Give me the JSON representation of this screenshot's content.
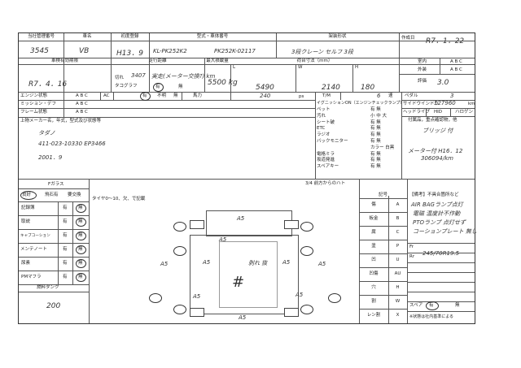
{
  "header": {
    "mgmt_no_label": "当社管理番号",
    "vehicle_name_label": "車名",
    "first_reg_label": "初度登録",
    "model_label": "型式・車体番号",
    "body_shape_label": "架装形状",
    "created_label": "作成日",
    "mgmt_no": "3545",
    "vehicle_name": "VB",
    "first_reg": "H13．9",
    "model": "KL-PK252K2",
    "chassis": "PK252K-02117",
    "body_shape": "3段クレーン セルフ 3段",
    "created": "R7．1．22"
  },
  "row2": {
    "inspection_label": "車検有効期限",
    "mileage_label": "走行距離",
    "capacity_label": "最大積載量",
    "dims_label": "荷台寸法（mm）",
    "L": "L",
    "W": "W",
    "H": "H",
    "inspection": "R7．4．16",
    "expired_label": "切れ",
    "unclear_label": "不明",
    "meter_label": "メーター交換",
    "overall_label": "評価",
    "interior_label": "室内",
    "exterior_label": "外装",
    "interior_grade": "A B C",
    "exterior_grade": "A B C",
    "mileage": "3407",
    "mileage_note": "実走(メーター交換?) km",
    "status_exist": "有",
    "status_none": "無",
    "tachograph_label": "タコグラフ",
    "capacity": "5500 kg",
    "length": "5490",
    "width": "2140",
    "height": "180",
    "rating": "3.0"
  },
  "row3": {
    "engine_label": "エンジン状態",
    "engine_grade": "A B C",
    "ac_label": "AC",
    "ac_exist": "有",
    "ac_unclear": "不明",
    "ac_none": "無",
    "horsepower_label": "馬力",
    "horsepower": "240",
    "ps": "ps",
    "tm_label": "T/M",
    "tm_value": "6",
    "speed_label": "速",
    "pedal_label": "ペダル",
    "pedal": "3"
  },
  "row4": {
    "mission_label": "ミッション・デフ",
    "mission_grade": "A B C",
    "frame_label": "フレーム状態",
    "frame_grade": "A B C",
    "options_label": "上物メーカー名，年式，型式及び状態等",
    "options_lines": [
      "タダノ",
      "411-023-10330  EP3466",
      "2001．9"
    ]
  },
  "equipment": {
    "title": "イグニッションON（エンジンチェックランプ）",
    "items": [
      {
        "label": "ペット",
        "value": "有 無"
      },
      {
        "label": "汚れ",
        "value": "小 中 大"
      },
      {
        "label": "シート破",
        "value": "有 無"
      },
      {
        "label": "ETC",
        "value": "有 無"
      },
      {
        "label": "ラジオ",
        "value": "有 無"
      },
      {
        "label": "バックモニター",
        "value": "有 無"
      },
      {
        "label": "",
        "value": "カラー 白黒"
      },
      {
        "label": "電格ミラ",
        "value": "有 無"
      },
      {
        "label": "坂道発進",
        "value": "有 無"
      },
      {
        "label": "スペアキー",
        "value": "有 無"
      }
    ],
    "rotation_label": "サイドウインドウ",
    "odo": "127960",
    "odo_unit": "km",
    "headlights_label": "ヘッドライプ",
    "hid_label": "HID",
    "halogen_label": "ハロゲン",
    "accessories_label": "付属品，重点確認物，他",
    "acc_lines": [
      "ブリッジ 付",
      "メーター付 H16．12",
      "306094/km"
    ]
  },
  "checklist": {
    "title": "Fガラス",
    "header": [
      "良好",
      "飛石有",
      "要交換"
    ],
    "rows": [
      {
        "label": "記録簿",
        "yes": "有",
        "no": "無"
      },
      {
        "label": "取説",
        "yes": "有",
        "no": "無"
      },
      {
        "label": "キャブコーション",
        "yes": "有",
        "no": "無"
      },
      {
        "label": "メンテノート",
        "yes": "有",
        "no": "無"
      },
      {
        "label": "尿素",
        "yes": "有",
        "no": "無"
      },
      {
        "label": "PMマフラ",
        "yes": "有",
        "no": "無"
      }
    ],
    "fuel_label": "燃料タンク",
    "fuel": "200"
  },
  "diagram": {
    "tires_note": "タイヤ0〜10、欠、で記載",
    "top_note": "3/4 前方からのハト",
    "marks": [
      "A5",
      "A5",
      "A5",
      "A5",
      "A5",
      "A5",
      "A5",
      "A5",
      "A5"
    ],
    "center_note": "剥れ 抜",
    "center_mark": "#"
  },
  "legend": {
    "title": "記号",
    "items": [
      {
        "sym": "傷",
        "code": "A"
      },
      {
        "sym": "板金",
        "code": "B"
      },
      {
        "sym": "腐",
        "code": "C"
      },
      {
        "sym": "塗",
        "code": "P"
      },
      {
        "sym": "凹",
        "code": "U"
      },
      {
        "sym": "凹傷",
        "code": "AU"
      },
      {
        "sym": "穴",
        "code": "H"
      },
      {
        "sym": "割",
        "code": "W"
      },
      {
        "sym": "レン割",
        "code": "X"
      }
    ]
  },
  "remarks": {
    "title": "【備考】不具合箇所など",
    "lines": [
      "AIR BAGランプ点灯",
      "電磁 温度計不作動",
      "PTOランプ 点灯せず",
      "コーションプレート 無し"
    ],
    "fr": "Fr",
    "rr": "Rr",
    "rr_value": "245/70R19.5",
    "spare_label": "スペア",
    "spare_yes": "有",
    "spare_no": "無",
    "footnote": "※状態は社内基準による"
  }
}
